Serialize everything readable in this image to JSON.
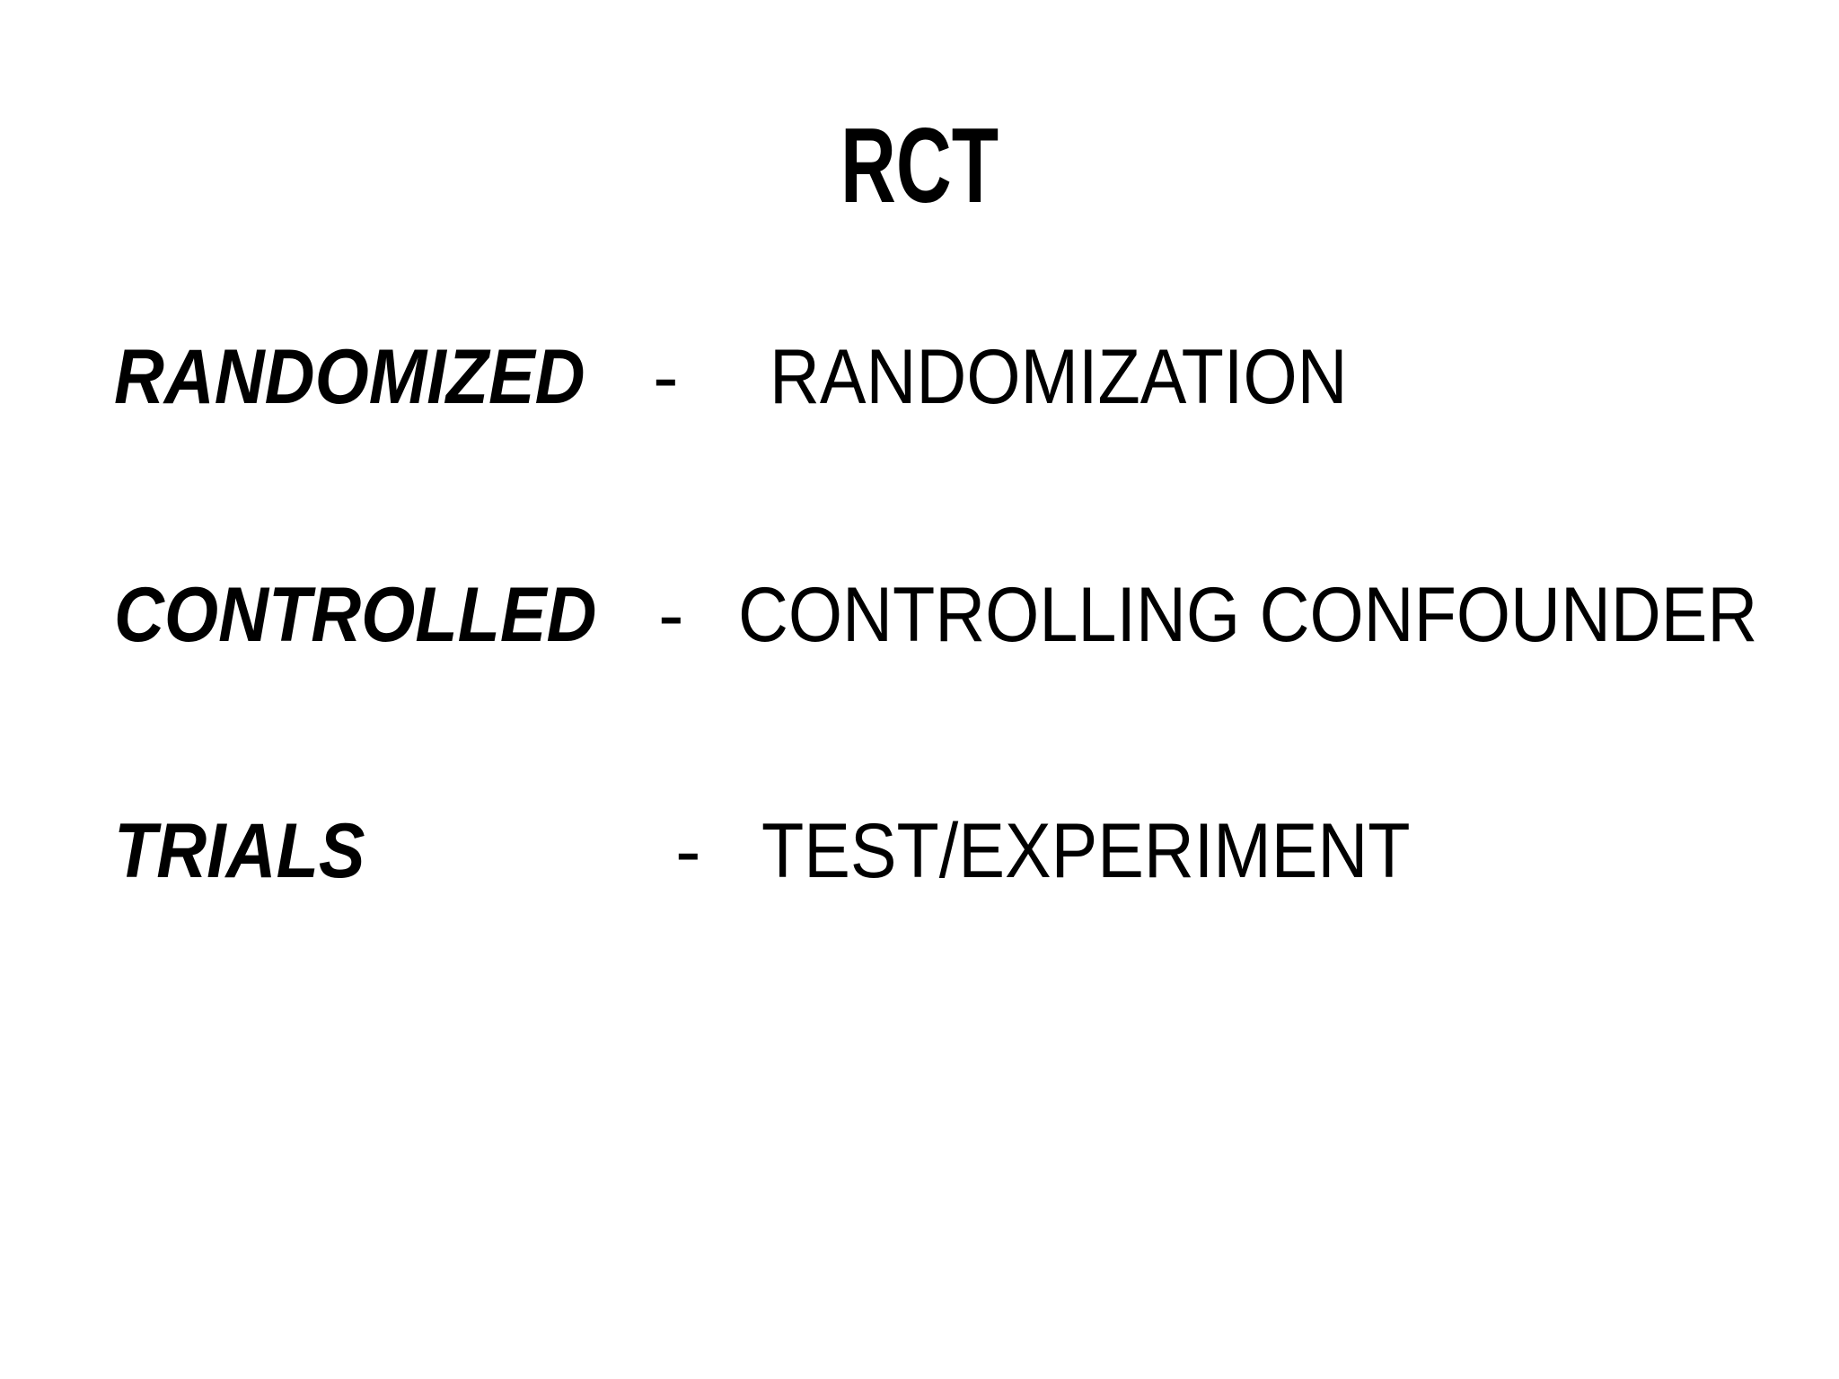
{
  "slide": {
    "title": "RCT",
    "rows": [
      {
        "term": "RANDOMIZED",
        "separator": "-",
        "definition": "RANDOMIZATION"
      },
      {
        "term": "CONTROLLED",
        "separator": "-",
        "definition": "CONTROLLING CONFOUNDER"
      },
      {
        "term": "TRIALS",
        "separator": "-",
        "definition": "TEST/EXPERIMENT"
      }
    ],
    "colors": {
      "background": "#ffffff",
      "text": "#000000"
    }
  }
}
